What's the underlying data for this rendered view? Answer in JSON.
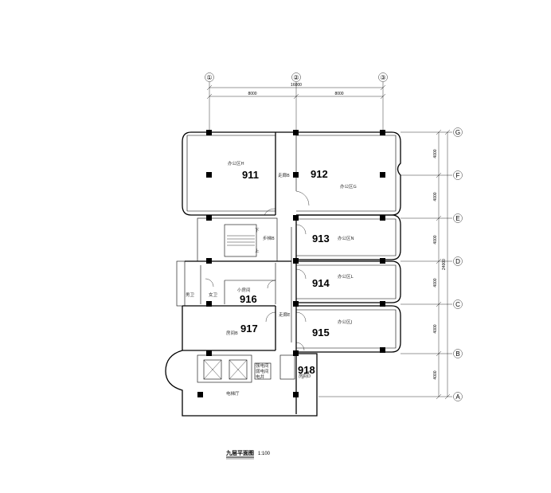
{
  "axes": {
    "columns": [
      "①",
      "②",
      "③"
    ],
    "rows": [
      "G",
      "F",
      "E",
      "D",
      "C",
      "B",
      "A"
    ]
  },
  "dimensions": {
    "top_total": "16000",
    "top_left": "8000",
    "top_right": "8000",
    "right_spans": [
      "4000",
      "4000",
      "4000",
      "4000",
      "4000",
      "4000"
    ],
    "right_total": "24000"
  },
  "rooms": [
    {
      "number": "911",
      "label": "办公区H"
    },
    {
      "number": "912",
      "label": "办公区G"
    },
    {
      "number": "913",
      "label": "办公区N"
    },
    {
      "number": "914",
      "label": "办公区L"
    },
    {
      "number": "915",
      "label": "办公区J"
    },
    {
      "number": "916",
      "label": "小房间"
    },
    {
      "number": "917",
      "label": "房间B"
    },
    {
      "number": "918",
      "label": "房间D"
    }
  ],
  "labels": {
    "corridor_top": "走廊B",
    "stair": "步梯B",
    "stair_down": "下",
    "stair_up": "上",
    "men_wc": "男卫",
    "women_wc": "女卫",
    "corridor_mid": "走廊E",
    "elevator_hall": "电梯厅",
    "shaft_1": "强电间",
    "shaft_2": "弱电间",
    "shaft_3": "电井"
  },
  "title": {
    "text": "九层平面图",
    "scale": "1:100"
  }
}
